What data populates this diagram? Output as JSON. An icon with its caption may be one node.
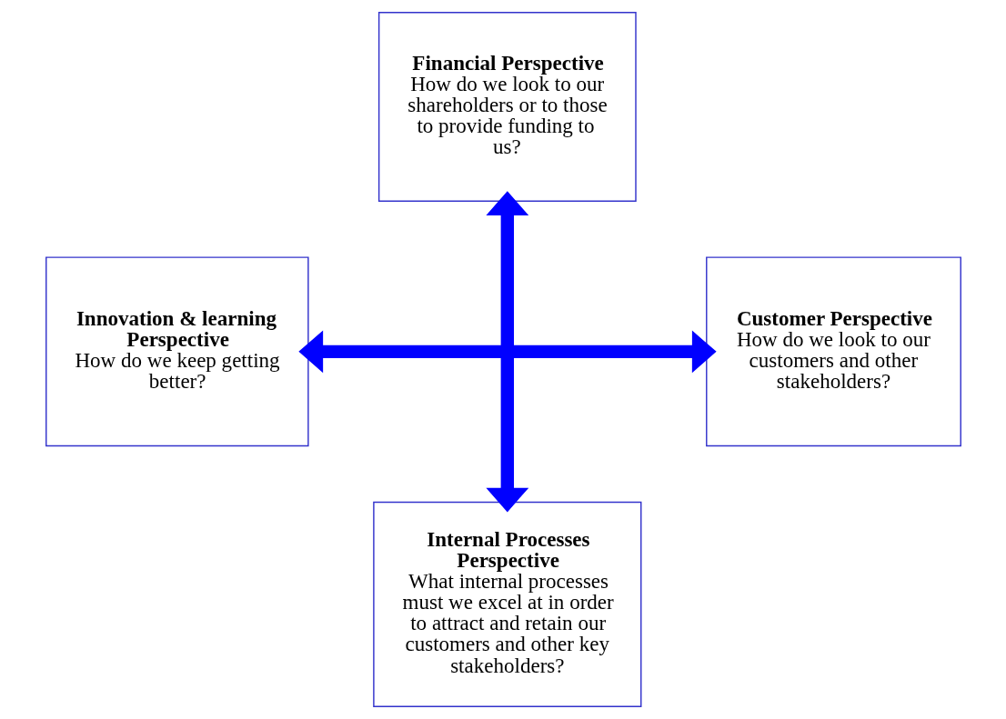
{
  "diagram": {
    "nodes": [
      {
        "text": [
          "Financial Perspective",
          "How do we look to our shareholders or to those to provide funding to us?"
        ]
      },
      {
        "text": [
          "Innovation & learning Perspective",
          "How do we keep getting better?"
        ]
      },
      {
        "text": [
          "Customer Perspective",
          "How do we look to our customers and other stakeholders?"
        ]
      },
      {
        "text": [
          "Internal Processes Perspective",
          "What internal processes must we excel at in order to attract and retain our customers and other key stakeholders?"
        ]
      }
    ],
    "edges": [
      {
        "from": 0,
        "to": 3,
        "arrow": "both"
      },
      {
        "from": 1,
        "to": 2,
        "arrow": "both"
      }
    ]
  }
}
